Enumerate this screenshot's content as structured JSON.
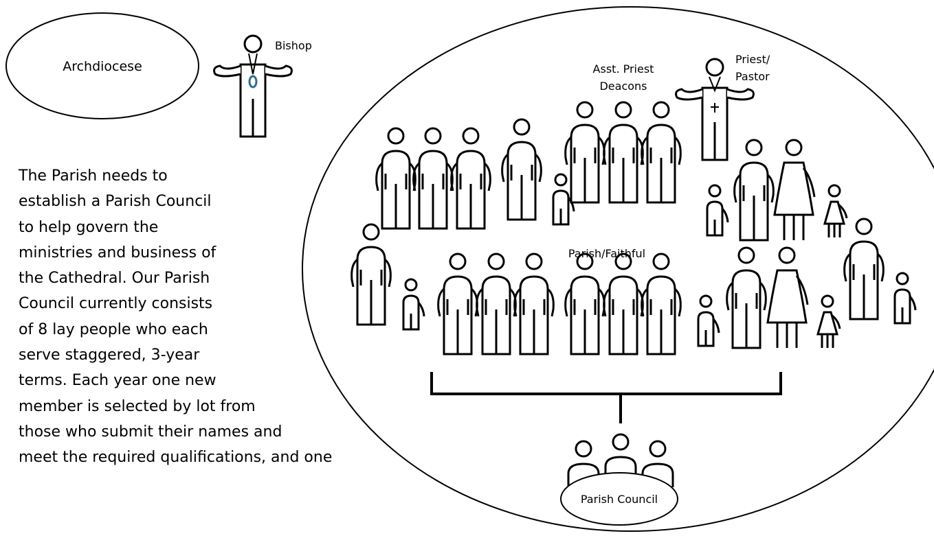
{
  "labels": {
    "archdiocese": "Archdiocese",
    "bishop": "Bishop",
    "asst_priest_line1": "Asst. Priest",
    "asst_priest_line2": "Deacons",
    "priest_line1": "Priest/",
    "priest_line2": "Pastor",
    "faithful": "Parish/Faithful",
    "parish_council": "Parish Council"
  },
  "description_lines": [
    "The Parish needs to",
    "establish a Parish Council",
    "to help govern the",
    "ministries and business of",
    "the Cathedral. Our Parish",
    "Council currently consists",
    "of 8 lay people who each",
    "serve staggered, 3-year",
    "terms. Each year one new",
    "member is selected by lot from",
    "those who submit their names and",
    "meet the required qualifications, and one"
  ],
  "colors": {
    "bishop_pectoral": "#2d6f8e"
  }
}
